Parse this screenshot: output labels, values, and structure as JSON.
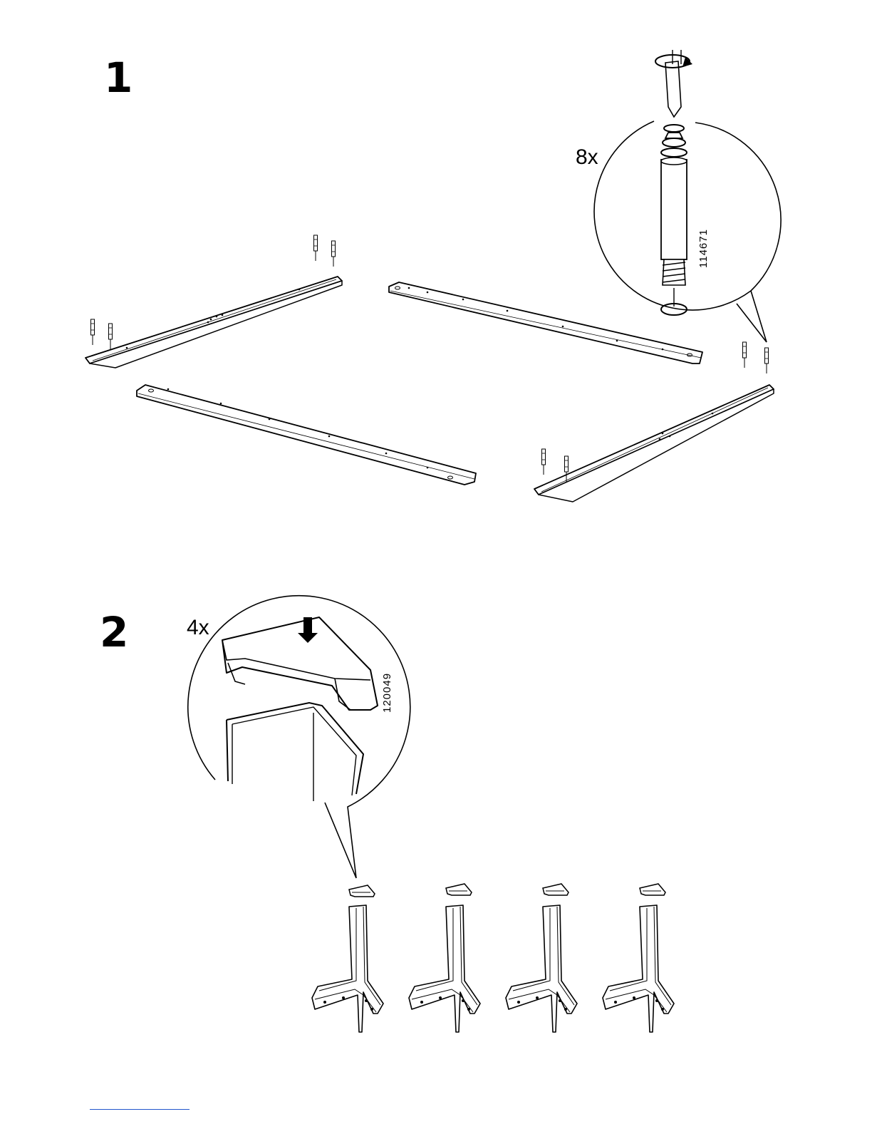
{
  "steps": [
    {
      "number": "1",
      "callout": {
        "quantity": "8x",
        "article": "114671",
        "icon": "dowel-pin-with-screwdriver-icon"
      }
    },
    {
      "number": "2",
      "callout": {
        "quantity": "4x",
        "article": "120049",
        "icon": "corner-cap-icon"
      }
    }
  ],
  "colors": {
    "line": "#000000",
    "background": "#ffffff",
    "footer_rule": "#2255cc"
  }
}
